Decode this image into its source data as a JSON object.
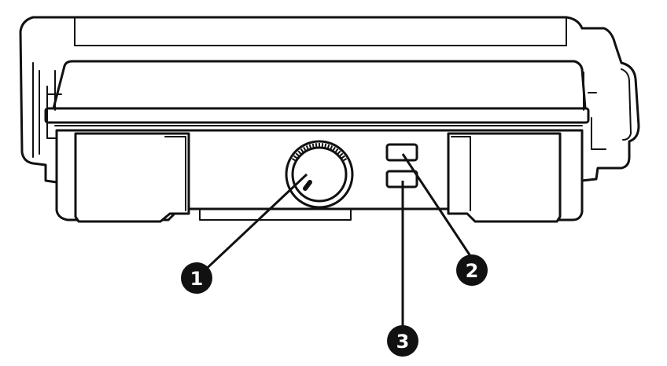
{
  "callouts": [
    {
      "label": "1",
      "part": "control-knob"
    },
    {
      "label": "2",
      "part": "upper-indicator-light"
    },
    {
      "label": "3",
      "part": "lower-indicator-light"
    }
  ],
  "colors": {
    "line": "#111111",
    "background": "#ffffff",
    "badge_text": "#ffffff"
  }
}
